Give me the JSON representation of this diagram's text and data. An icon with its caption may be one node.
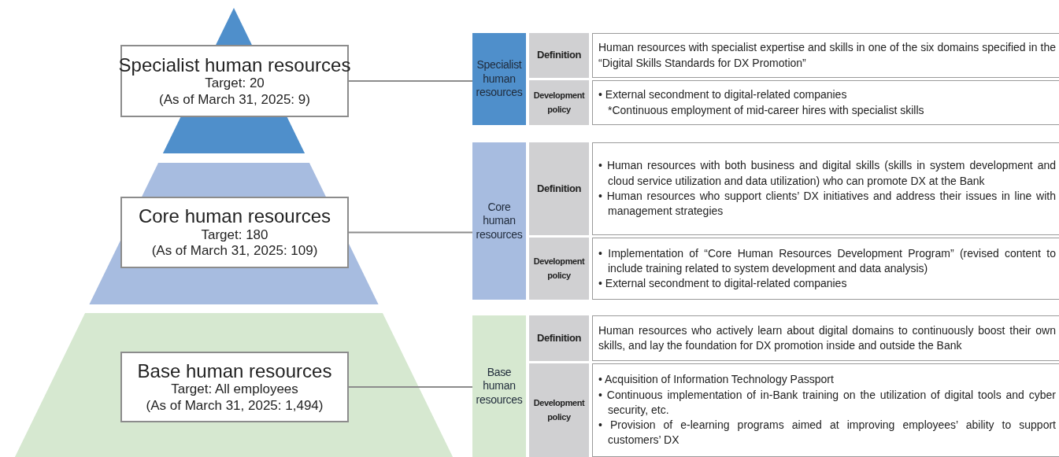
{
  "diagram": {
    "nodes": [
      {
        "text": [
          "Specialist human resources",
          "Target: 20",
          "(As of March 31, 2025: 9)"
        ]
      },
      {
        "text": [
          "Specialist human resources"
        ]
      },
      {
        "text": [
          "Definition"
        ]
      },
      {
        "text": [
          "Human resources with specialist expertise and skills in one of the six domains specified in the “Digital Skills Standards for DX Promotion”"
        ]
      },
      {
        "text": [
          "Development policy"
        ]
      },
      {
        "text": [
          "• External secondment to digital-related companies",
          "*Continuous employment of mid-career hires with specialist skills"
        ]
      },
      {
        "text": [
          "Core human resources",
          "Target: 180",
          "(As of March 31, 2025: 109)"
        ]
      },
      {
        "text": [
          "Core human resources"
        ]
      },
      {
        "text": [
          "Definition"
        ]
      },
      {
        "text": [
          "• Human resources with both business and digital skills (skills in system development and cloud service utilization and data utilization) who can promote DX at the Bank",
          "• Human resources who support clients’ DX initiatives and address their issues in line with management strategies"
        ]
      },
      {
        "text": [
          "Development policy"
        ]
      },
      {
        "text": [
          "• Implementation of “Core Human Resources Development Program” (revised content to include training related to system development and data analysis)",
          "• External secondment to digital-related companies"
        ]
      },
      {
        "text": [
          "Base human resources",
          "Target: All employees",
          "(As of March 31, 2025: 1,494)"
        ]
      },
      {
        "text": [
          "Base human resources"
        ]
      },
      {
        "text": [
          "Definition"
        ]
      },
      {
        "text": [
          "Human resources who actively learn about digital domains to continuously boost their own skills, and lay the foundation for DX promotion inside and outside the Bank"
        ]
      },
      {
        "text": [
          "Development policy"
        ]
      },
      {
        "text": [
          "• Acquisition of Information Technology Passport",
          "• Continuous implementation of in-Bank training on the utilization of digital tools and cyber security, etc.",
          "• Provision of e-learning programs aimed at improving employees’ ability to support customers’ DX"
        ]
      }
    ],
    "edges": [
      {
        "from": 0,
        "to": 1,
        "arrow": "none"
      },
      {
        "from": 6,
        "to": 7,
        "arrow": "none"
      },
      {
        "from": 12,
        "to": 13,
        "arrow": "none"
      }
    ]
  }
}
